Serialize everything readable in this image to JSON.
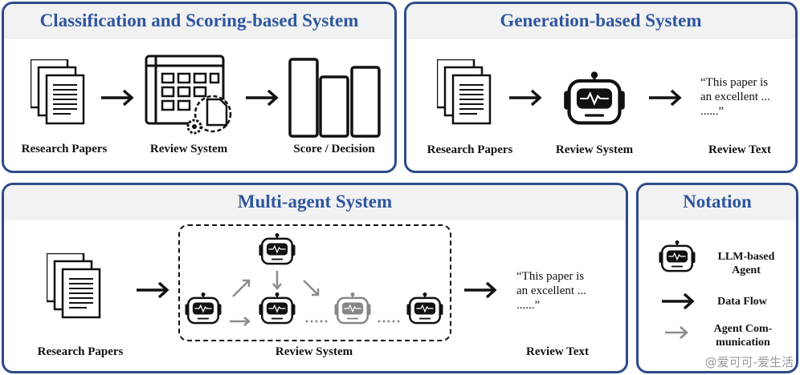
{
  "panels": {
    "classification": {
      "title": "Classification and Scoring-based System",
      "labels": [
        "Research Papers",
        "Review System",
        "Score / Decision"
      ]
    },
    "generation": {
      "title": "Generation-based System",
      "labels": [
        "Research Papers",
        "Review System",
        "Review Text"
      ],
      "quote": "“This paper is\nan excellent ...\n......”"
    },
    "multi_agent": {
      "title": "Multi-agent System",
      "labels": [
        "Research Papers",
        "Review System",
        "Review Text"
      ],
      "quote": "“This paper is\nan excellent ...\n......”"
    },
    "notation": {
      "title": "Notation",
      "items": [
        {
          "icon": "robot-icon",
          "label": "LLM-based\nAgent"
        },
        {
          "icon": "black-arrow-icon",
          "label": "Data Flow"
        },
        {
          "icon": "gray-arrow-icon",
          "label": "Agent Com-\nmunication"
        }
      ]
    }
  },
  "watermark": "@爱可可-爱生活",
  "colors": {
    "panel_border": "#2d4a8a",
    "title": "#2e55a0",
    "header_bg": "#f2f2f2",
    "gray": "#8c8c8c"
  }
}
